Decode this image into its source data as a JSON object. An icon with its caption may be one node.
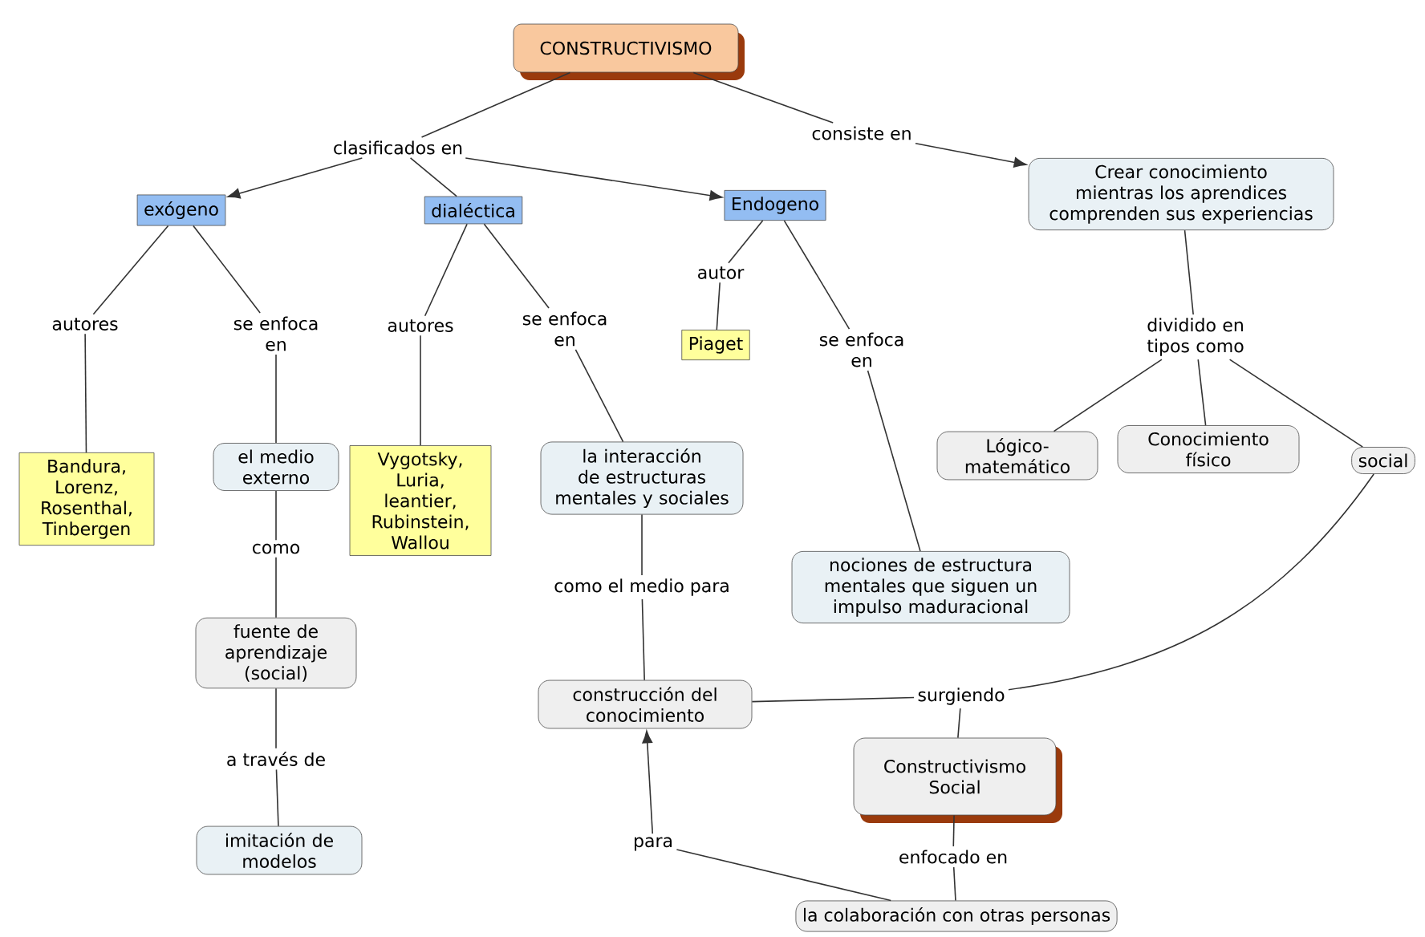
{
  "diagram": {
    "nodes": [
      {
        "text": [
          "CONSTRUCTIVISMO"
        ]
      },
      {
        "text": [
          "clasificados en"
        ]
      },
      {
        "text": [
          "consiste en"
        ]
      },
      {
        "text": [
          "exógeno"
        ]
      },
      {
        "text": [
          "dialéctica"
        ]
      },
      {
        "text": [
          "Endogeno"
        ]
      },
      {
        "text": [
          "Crear conocimiento mientras los aprendices comprenden sus experiencias"
        ]
      },
      {
        "text": [
          "autores"
        ]
      },
      {
        "text": [
          "se enfoca en"
        ]
      },
      {
        "text": [
          "autores"
        ]
      },
      {
        "text": [
          "se enfoca en"
        ]
      },
      {
        "text": [
          "autor"
        ]
      },
      {
        "text": [
          "se enfoca en"
        ]
      },
      {
        "text": [
          "dividido en tipos como"
        ]
      },
      {
        "text": [
          "Bandura, Lorenz, Rosenthal, Tinbergen"
        ]
      },
      {
        "text": [
          "el medio externo"
        ]
      },
      {
        "text": [
          "Vygotsky, Luria, leantier, Rubinstein, Wallou"
        ]
      },
      {
        "text": [
          "la interacción de estructuras mentales y sociales"
        ]
      },
      {
        "text": [
          "Piaget"
        ]
      },
      {
        "text": [
          "nociones de estructura mentales que siguen un impulso maduracional"
        ]
      },
      {
        "text": [
          "Lógico-matemático"
        ]
      },
      {
        "text": [
          "Conocimiento físico"
        ]
      },
      {
        "text": [
          "social"
        ]
      },
      {
        "text": [
          "como"
        ]
      },
      {
        "text": [
          "fuente de aprendizaje (social)"
        ]
      },
      {
        "text": [
          "a través de"
        ]
      },
      {
        "text": [
          "imitación de modelos"
        ]
      },
      {
        "text": [
          "como el medio para"
        ]
      },
      {
        "text": [
          "construcción del conocimiento"
        ]
      },
      {
        "text": [
          "surgiendo"
        ]
      },
      {
        "text": [
          "Constructivismo Social"
        ]
      },
      {
        "text": [
          "enfocado en"
        ]
      },
      {
        "text": [
          "para"
        ]
      },
      {
        "text": [
          "la colaboración con otras personas"
        ]
      }
    ],
    "edges": [
      {
        "from": 0,
        "to": 1,
        "arrow": "none"
      },
      {
        "from": 0,
        "to": 2,
        "arrow": "none"
      },
      {
        "from": 1,
        "to": 3,
        "arrow": "to"
      },
      {
        "from": 1,
        "to": 4,
        "arrow": "none"
      },
      {
        "from": 1,
        "to": 5,
        "arrow": "to"
      },
      {
        "from": 2,
        "to": 6,
        "arrow": "to"
      },
      {
        "from": 3,
        "to": 7,
        "arrow": "none"
      },
      {
        "from": 3,
        "to": 8,
        "arrow": "none"
      },
      {
        "from": 4,
        "to": 9,
        "arrow": "none"
      },
      {
        "from": 4,
        "to": 10,
        "arrow": "none"
      },
      {
        "from": 5,
        "to": 11,
        "arrow": "none"
      },
      {
        "from": 5,
        "to": 12,
        "arrow": "none"
      },
      {
        "from": 6,
        "to": 13,
        "arrow": "none"
      },
      {
        "from": 7,
        "to": 14,
        "arrow": "none"
      },
      {
        "from": 8,
        "to": 15,
        "arrow": "none"
      },
      {
        "from": 9,
        "to": 16,
        "arrow": "none"
      },
      {
        "from": 10,
        "to": 17,
        "arrow": "none"
      },
      {
        "from": 11,
        "to": 18,
        "arrow": "none"
      },
      {
        "from": 12,
        "to": 19,
        "arrow": "none"
      },
      {
        "from": 13,
        "to": 20,
        "arrow": "none"
      },
      {
        "from": 13,
        "to": 21,
        "arrow": "none"
      },
      {
        "from": 13,
        "to": 22,
        "arrow": "none"
      },
      {
        "from": 15,
        "to": 23,
        "arrow": "none"
      },
      {
        "from": 23,
        "to": 24,
        "arrow": "none"
      },
      {
        "from": 24,
        "to": 25,
        "arrow": "none"
      },
      {
        "from": 25,
        "to": 26,
        "arrow": "none"
      },
      {
        "from": 17,
        "to": 27,
        "arrow": "none"
      },
      {
        "from": 27,
        "to": 28,
        "arrow": "none"
      },
      {
        "from": 28,
        "to": 29,
        "arrow": "none"
      },
      {
        "from": 22,
        "to": 29,
        "arrow": "none"
      },
      {
        "from": 29,
        "to": 30,
        "arrow": "none"
      },
      {
        "from": 30,
        "to": 31,
        "arrow": "none"
      },
      {
        "from": 31,
        "to": 33,
        "arrow": "none"
      },
      {
        "from": 33,
        "to": 32,
        "arrow": "none"
      },
      {
        "from": 32,
        "to": 28,
        "arrow": "to"
      }
    ]
  }
}
